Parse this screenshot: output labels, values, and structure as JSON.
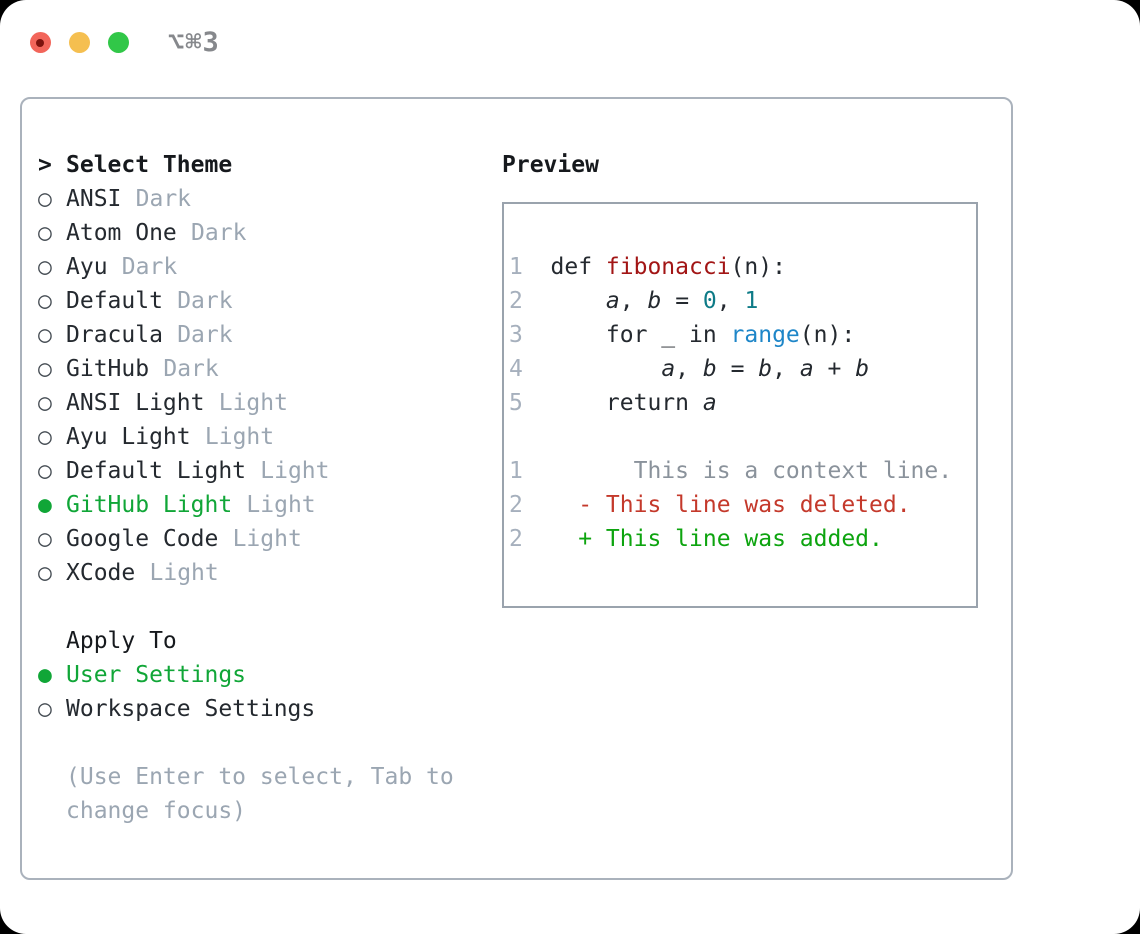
{
  "window": {
    "title": "⌥⌘3"
  },
  "glyphs": {
    "prompt": ">",
    "radio_on": "●",
    "radio_off": "○"
  },
  "colors": {
    "fg": "#24292f",
    "header": "#16191d",
    "muted": "#9ba6b2",
    "ln": "#a6b0bd",
    "context-gray": "#8a929b",
    "green": "#10a637",
    "added-green": "#0da40f",
    "deleted-red": "#c4392b",
    "func-red": "#a21515",
    "builtin-blue": "#1e86c8",
    "num-teal": "#0e7b87",
    "border-panel": "#aab2bc",
    "border-box": "#9aa3ad",
    "circle-off": "#474e55",
    "title-gray": "#86888c",
    "light-red": "#f2655a",
    "light-red-dot": "#7c120d",
    "light-yellow": "#f5bf50",
    "light-green": "#31c748"
  },
  "theme_picker": {
    "title": "Select Theme",
    "items": [
      {
        "name": "ANSI",
        "variant": "Dark",
        "selected": false
      },
      {
        "name": "Atom One",
        "variant": "Dark",
        "selected": false
      },
      {
        "name": "Ayu",
        "variant": "Dark",
        "selected": false
      },
      {
        "name": "Default",
        "variant": "Dark",
        "selected": false
      },
      {
        "name": "Dracula",
        "variant": "Dark",
        "selected": false
      },
      {
        "name": "GitHub",
        "variant": "Dark",
        "selected": false
      },
      {
        "name": "ANSI Light",
        "variant": "Light",
        "selected": false
      },
      {
        "name": "Ayu Light",
        "variant": "Light",
        "selected": false
      },
      {
        "name": "Default Light",
        "variant": "Light",
        "selected": false
      },
      {
        "name": "GitHub Light",
        "variant": "Light",
        "selected": true
      },
      {
        "name": "Google Code",
        "variant": "Light",
        "selected": false
      },
      {
        "name": "XCode",
        "variant": "Light",
        "selected": false
      }
    ],
    "apply_to": {
      "title": "Apply To",
      "options": [
        {
          "name": "User Settings",
          "selected": true
        },
        {
          "name": "Workspace Settings",
          "selected": false
        }
      ]
    },
    "hint": "(Use Enter to select, Tab to change focus)"
  },
  "preview": {
    "title": "Preview",
    "code_lines": [
      {
        "num": "1",
        "tokens": [
          {
            "t": "def ",
            "c": "fg"
          },
          {
            "t": "fibonacci",
            "c": "func"
          },
          {
            "t": "(n):",
            "c": "fg"
          }
        ]
      },
      {
        "num": "2",
        "tokens": [
          {
            "t": "    ",
            "c": "fg"
          },
          {
            "t": "a",
            "c": "var"
          },
          {
            "t": ", ",
            "c": "fg"
          },
          {
            "t": "b",
            "c": "var"
          },
          {
            "t": " = ",
            "c": "fg"
          },
          {
            "t": "0",
            "c": "num"
          },
          {
            "t": ", ",
            "c": "fg"
          },
          {
            "t": "1",
            "c": "num"
          }
        ]
      },
      {
        "num": "3",
        "tokens": [
          {
            "t": "    for _ in ",
            "c": "fg"
          },
          {
            "t": "range",
            "c": "builtin"
          },
          {
            "t": "(n):",
            "c": "fg"
          }
        ]
      },
      {
        "num": "4",
        "tokens": [
          {
            "t": "        ",
            "c": "fg"
          },
          {
            "t": "a",
            "c": "var"
          },
          {
            "t": ", ",
            "c": "fg"
          },
          {
            "t": "b",
            "c": "var"
          },
          {
            "t": " = ",
            "c": "fg"
          },
          {
            "t": "b",
            "c": "var"
          },
          {
            "t": ", ",
            "c": "fg"
          },
          {
            "t": "a",
            "c": "var"
          },
          {
            "t": " + ",
            "c": "fg"
          },
          {
            "t": "b",
            "c": "var"
          }
        ]
      },
      {
        "num": "5",
        "tokens": [
          {
            "t": "    return ",
            "c": "fg"
          },
          {
            "t": "a",
            "c": "var"
          }
        ]
      }
    ],
    "diff_lines": [
      {
        "num": "1",
        "kind": "context",
        "text": "      This is a context line."
      },
      {
        "num": "2",
        "kind": "deleted",
        "text": "  - This line was deleted."
      },
      {
        "num": "2",
        "kind": "added",
        "text": "  + This line was added."
      }
    ]
  }
}
